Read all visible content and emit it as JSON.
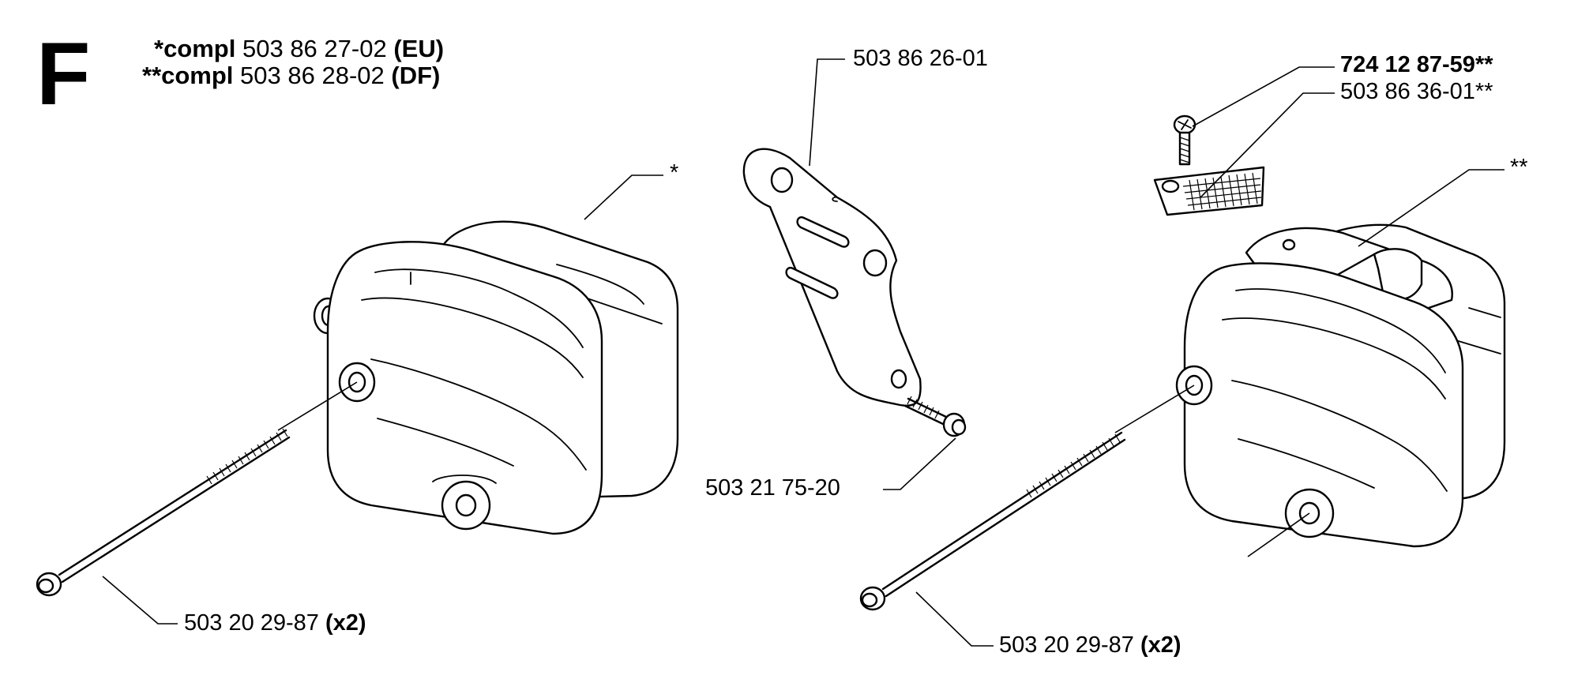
{
  "section": {
    "letter": "F"
  },
  "complete_sets": [
    {
      "prefix": "*compl",
      "number": "503 86 27-02",
      "variant": "(EU)"
    },
    {
      "prefix": "**compl",
      "number": "503 86 28-02",
      "variant": "(DF)"
    }
  ],
  "callouts": {
    "bracket": {
      "number": "503 86 26-01"
    },
    "bracket_screw": {
      "number": "503 21 75-20"
    },
    "left_muffler": {
      "marker": "*"
    },
    "left_bolt": {
      "number": "503 20 29-87",
      "qty": "(x2)"
    },
    "right_screw": {
      "number": "724 12 87-59",
      "marker": "**"
    },
    "spark_screen": {
      "number": "503 86 36-01**"
    },
    "right_muffler": {
      "marker": "**"
    },
    "right_bolt": {
      "number": "503 20 29-87",
      "qty": "(x2)"
    }
  }
}
